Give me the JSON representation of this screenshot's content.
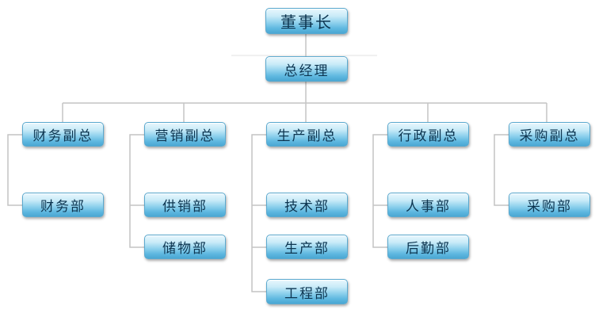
{
  "org_chart": {
    "chairman": "董事长",
    "general_manager": "总经理",
    "branches": [
      {
        "title": "财务副总",
        "departments": [
          "财务部"
        ]
      },
      {
        "title": "营销副总",
        "departments": [
          "供销部",
          "储物部"
        ]
      },
      {
        "title": "生产副总",
        "departments": [
          "技术部",
          "生产部",
          "工程部"
        ]
      },
      {
        "title": "行政副总",
        "departments": [
          "人事部",
          "后勤部"
        ]
      },
      {
        "title": "采购副总",
        "departments": [
          "采购部"
        ]
      }
    ]
  },
  "colors": {
    "box_top": "#e9f7fd",
    "box_bottom": "#4aa7d3",
    "box_border": "#5aa9cf",
    "text": "#0d3550",
    "connector": "#c4c4c4"
  }
}
